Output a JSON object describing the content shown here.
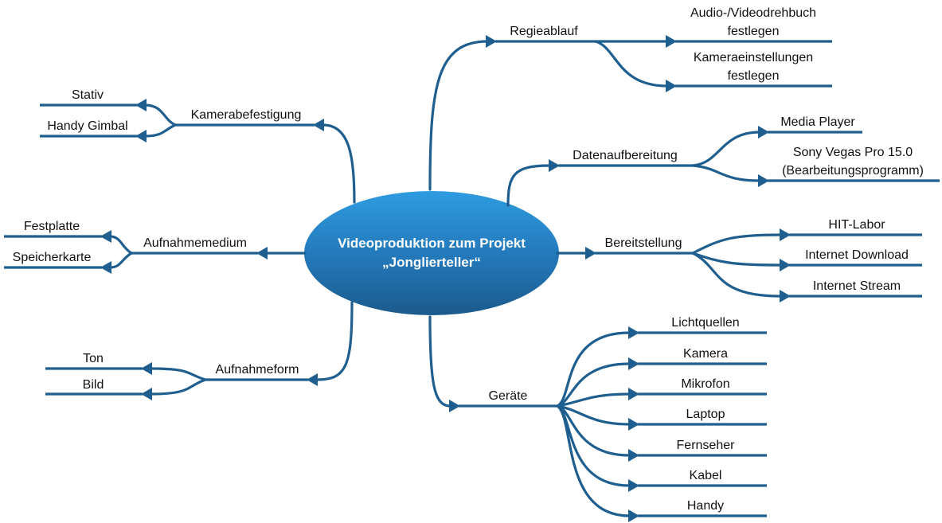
{
  "center": {
    "line1": "Videoproduktion zum Projekt",
    "line2": "„Jonglierteller“"
  },
  "branches": {
    "regieablauf": {
      "label": "Regieablauf",
      "children": [
        {
          "line1": "Audio-/Videodrehbuch",
          "line2": "festlegen"
        },
        {
          "line1": "Kameraeinstellungen",
          "line2": "festlegen"
        }
      ]
    },
    "datenaufbereitung": {
      "label": "Datenaufbereitung",
      "children": [
        {
          "line1": "Media Player"
        },
        {
          "line1": "Sony Vegas Pro 15.0",
          "line2": "(Bearbeitungsprogramm)"
        }
      ]
    },
    "bereitstellung": {
      "label": "Bereitstellung",
      "children": [
        {
          "line1": "HIT-Labor"
        },
        {
          "line1": "Internet Download"
        },
        {
          "line1": "Internet Stream"
        }
      ]
    },
    "geraete": {
      "label": "Geräte",
      "children": [
        {
          "line1": "Lichtquellen"
        },
        {
          "line1": "Kamera"
        },
        {
          "line1": "Mikrofon"
        },
        {
          "line1": "Laptop"
        },
        {
          "line1": "Fernseher"
        },
        {
          "line1": "Kabel"
        },
        {
          "line1": "Handy"
        }
      ]
    },
    "kamerabefestigung": {
      "label": "Kamerabefestigung",
      "children": [
        {
          "line1": "Stativ"
        },
        {
          "line1": "Handy Gimbal"
        }
      ]
    },
    "aufnahmemedium": {
      "label": "Aufnahmemedium",
      "children": [
        {
          "line1": "Festplatte"
        },
        {
          "line1": "Speicherkarte"
        }
      ]
    },
    "aufnahmeform": {
      "label": "Aufnahmeform",
      "children": [
        {
          "line1": "Ton"
        },
        {
          "line1": "Bild"
        }
      ]
    }
  },
  "colors": {
    "line": "#1F5F8F",
    "center_top": "#2E9BE0",
    "center_bottom": "#1B5A8C",
    "text": "#111111"
  }
}
